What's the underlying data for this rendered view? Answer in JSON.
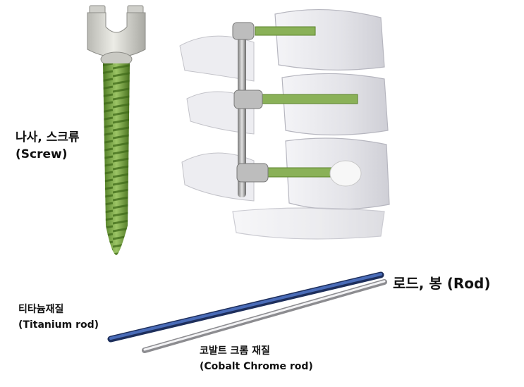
{
  "labels": {
    "screw_ko": "나사, 스크류",
    "screw_en": "(Screw)",
    "rod": "로드, 봉 (Rod)",
    "titanium_ko": "티타늄재질",
    "titanium_en": "(Titanium rod)",
    "cobalt_ko": "코발트 크롬 재질",
    "cobalt_en": "(Cobalt Chrome rod)"
  },
  "colors": {
    "screw_thread": "#6f9a3c",
    "screw_head": "#d8d8d2",
    "bone": "#e6e6ea",
    "titanium_rod": "#2b4a8c",
    "cobalt_rod": "#bfbfc4"
  }
}
